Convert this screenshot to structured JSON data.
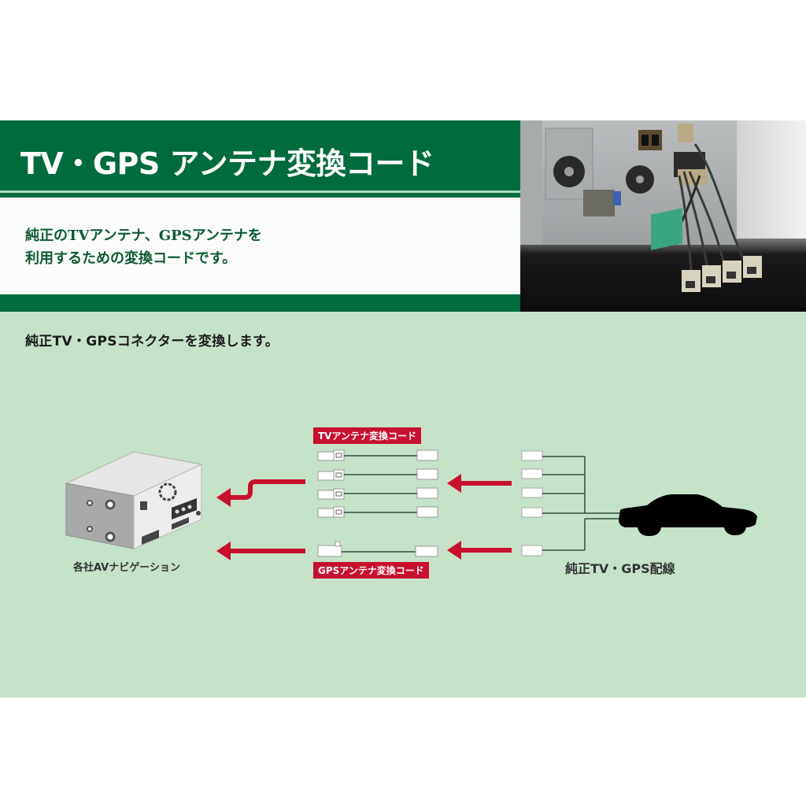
{
  "header": {
    "title": "TV・GPS アンテナ変換コード",
    "description_line1": "純正のTVアンテナ、GPSアンテナを",
    "description_line2": "利用するための変換コードです。"
  },
  "photo": {
    "alt": "Navigation unit rear with TV/GPS antenna conversion cables attached"
  },
  "diagram": {
    "heading": "純正TV・GPSコネクターを変換します。",
    "navi_label": "各社AVナビゲーション",
    "tv_cord_label": "TVアンテナ変換コード",
    "gps_cord_label": "GPSアンテナ変換コード",
    "vehicle_label": "純正TV・GPS配線",
    "tv_cable_count": 4,
    "gps_cable_count": 1
  },
  "colors": {
    "brand_green": "#006b3c",
    "mint_background": "#c6e2c9",
    "arrow_red": "#c8102e",
    "text_green": "#0d5a33"
  }
}
